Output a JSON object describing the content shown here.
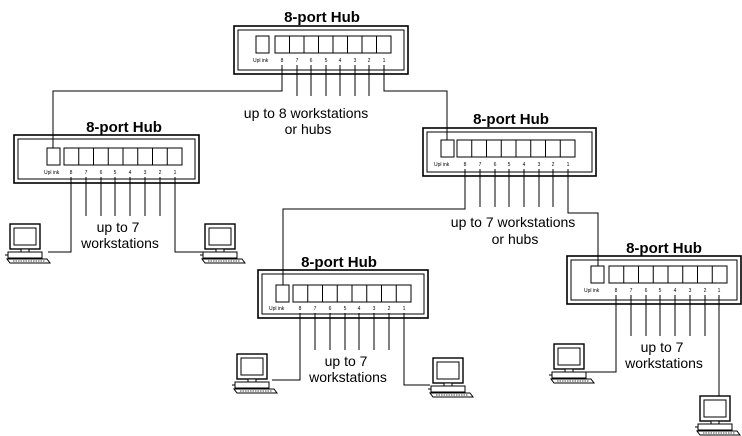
{
  "hubs": [
    {
      "title": "8-port Hub",
      "uplink_label": "Upl ink",
      "ports": [
        "8",
        "7",
        "6",
        "5",
        "4",
        "3",
        "2",
        "1"
      ]
    },
    {
      "title": "8-port Hub",
      "uplink_label": "Upl ink",
      "ports": [
        "8",
        "7",
        "6",
        "5",
        "4",
        "3",
        "2",
        "1"
      ]
    },
    {
      "title": "8-port Hub",
      "uplink_label": "Upl ink",
      "ports": [
        "8",
        "7",
        "6",
        "5",
        "4",
        "3",
        "2",
        "1"
      ]
    },
    {
      "title": "8-port Hub",
      "uplink_label": "Upl ink",
      "ports": [
        "8",
        "7",
        "6",
        "5",
        "4",
        "3",
        "2",
        "1"
      ]
    },
    {
      "title": "8-port Hub",
      "uplink_label": "Upl ink",
      "ports": [
        "8",
        "7",
        "6",
        "5",
        "4",
        "3",
        "2",
        "1"
      ]
    }
  ],
  "notes": [
    {
      "lines": [
        "up to 8 workstations",
        "or hubs"
      ]
    },
    {
      "lines": [
        "up to 7",
        "workstations"
      ]
    },
    {
      "lines": [
        "up to 7 workstations",
        "or hubs"
      ]
    },
    {
      "lines": [
        "up to 7",
        "workstations"
      ]
    },
    {
      "lines": [
        "up to 7",
        "workstations"
      ]
    }
  ],
  "colors": {
    "line": "#000000",
    "background": "#ffffff",
    "screen": "#ffffff"
  },
  "icons": {
    "workstation": "computer-workstation-icon"
  }
}
